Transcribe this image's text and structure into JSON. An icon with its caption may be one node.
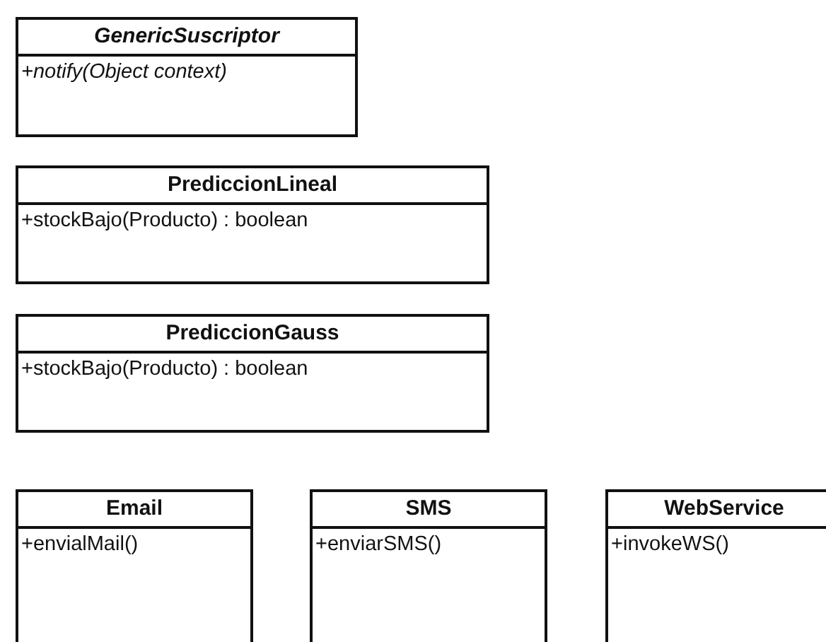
{
  "diagram": {
    "nodes": [
      {
        "text": [
          "GenericSuscriptor",
          "+notify(Object context)"
        ]
      },
      {
        "text": [
          "PrediccionLineal",
          "+stockBajo(Producto) : boolean"
        ]
      },
      {
        "text": [
          "PrediccionGauss",
          "+stockBajo(Producto) : boolean"
        ]
      },
      {
        "text": [
          "Email",
          "+envialMail()"
        ]
      },
      {
        "text": [
          "SMS",
          "+enviarSMS()"
        ]
      },
      {
        "text": [
          "WebService",
          "+invokeWS()"
        ]
      }
    ]
  }
}
